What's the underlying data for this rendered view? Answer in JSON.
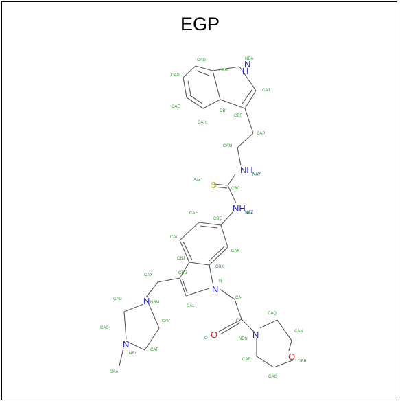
{
  "title": "EGP",
  "colors": {
    "bond": "#555555",
    "carbon_label": "#2e9b2e",
    "nitrogen": "#1f1fd0",
    "oxygen": "#e02020",
    "sulfur": "#c8c800",
    "frame": "#000000"
  },
  "atoms": [
    {
      "id": "CAG",
      "label": "CAG",
      "kind": "C"
    },
    {
      "id": "NBA",
      "label": "NBA",
      "kind": "C"
    },
    {
      "id": "CBH",
      "label": "CBH",
      "kind": "C"
    },
    {
      "id": "CAD",
      "label": "CAD",
      "kind": "C"
    },
    {
      "id": "CAJ",
      "label": "CAJ",
      "kind": "C"
    },
    {
      "id": "CAE",
      "label": "CAE",
      "kind": "C"
    },
    {
      "id": "CBI",
      "label": "CBI",
      "kind": "C"
    },
    {
      "id": "CBF",
      "label": "CBF",
      "kind": "C"
    },
    {
      "id": "CAH",
      "label": "CAH",
      "kind": "C"
    },
    {
      "id": "CAP",
      "label": "CAP",
      "kind": "C"
    },
    {
      "id": "CAM",
      "label": "CAM",
      "kind": "C"
    },
    {
      "id": "NAY",
      "label": "NAY",
      "kind": "C"
    },
    {
      "id": "SAC",
      "label": "SAC",
      "kind": "C"
    },
    {
      "id": "CBC",
      "label": "CBC",
      "kind": "C"
    },
    {
      "id": "NAZ",
      "label": "NAZ",
      "kind": "C"
    },
    {
      "id": "CAF",
      "label": "CAF",
      "kind": "C"
    },
    {
      "id": "CBE",
      "label": "CBE",
      "kind": "C"
    },
    {
      "id": "CAI",
      "label": "CAI",
      "kind": "C"
    },
    {
      "id": "CAK",
      "label": "CAK",
      "kind": "C"
    },
    {
      "id": "CBJ",
      "label": "CBJ",
      "kind": "C"
    },
    {
      "id": "CBK",
      "label": "CBK",
      "kind": "C"
    },
    {
      "id": "CAX",
      "label": "CAX",
      "kind": "C"
    },
    {
      "id": "CBG",
      "label": "CBG",
      "kind": "C"
    },
    {
      "id": "N",
      "label": "N",
      "kind": "C"
    },
    {
      "id": "CAU",
      "label": "CAU",
      "kind": "C"
    },
    {
      "id": "NBM",
      "label": "NBM",
      "kind": "C"
    },
    {
      "id": "CA",
      "label": "CA",
      "kind": "C"
    },
    {
      "id": "CAL",
      "label": "CAL",
      "kind": "C"
    },
    {
      "id": "CAQ",
      "label": "CAQ",
      "kind": "C"
    },
    {
      "id": "CAV",
      "label": "CAV",
      "kind": "C"
    },
    {
      "id": "C",
      "label": "C",
      "kind": "C"
    },
    {
      "id": "CAS",
      "label": "CAS",
      "kind": "C"
    },
    {
      "id": "CAN",
      "label": "CAN",
      "kind": "C"
    },
    {
      "id": "O",
      "label": "O",
      "kind": "C"
    },
    {
      "id": "NBN",
      "label": "NBN",
      "kind": "C"
    },
    {
      "id": "NBL",
      "label": "NBL",
      "kind": "C"
    },
    {
      "id": "CAT",
      "label": "CAT",
      "kind": "C"
    },
    {
      "id": "CAR",
      "label": "CAR",
      "kind": "C"
    },
    {
      "id": "OBB",
      "label": "OBB",
      "kind": "C"
    },
    {
      "id": "CAO",
      "label": "CAO",
      "kind": "C"
    },
    {
      "id": "CAA",
      "label": "CAA",
      "kind": "C"
    }
  ],
  "element_symbols": [
    {
      "id": "sym-nba",
      "text": "N",
      "sub": "H",
      "kind": "N"
    },
    {
      "id": "sym-nay",
      "text": "NH",
      "sub": "NAY",
      "kind": "N"
    },
    {
      "id": "sym-s",
      "text": "S",
      "sub": "",
      "kind": "S"
    },
    {
      "id": "sym-naz",
      "text": "NH",
      "sub": "NAZ",
      "kind": "N"
    },
    {
      "id": "sym-n",
      "text": "N",
      "sub": "",
      "kind": "N"
    },
    {
      "id": "sym-nbm",
      "text": "N",
      "sub": "",
      "kind": "N"
    },
    {
      "id": "sym-nbl",
      "text": "N",
      "sub": "",
      "kind": "N"
    },
    {
      "id": "sym-nbn",
      "text": "N",
      "sub": "",
      "kind": "N"
    },
    {
      "id": "sym-o",
      "text": "O",
      "sub": "",
      "kind": "O"
    },
    {
      "id": "sym-obb",
      "text": "O",
      "sub": "",
      "kind": "O"
    }
  ]
}
